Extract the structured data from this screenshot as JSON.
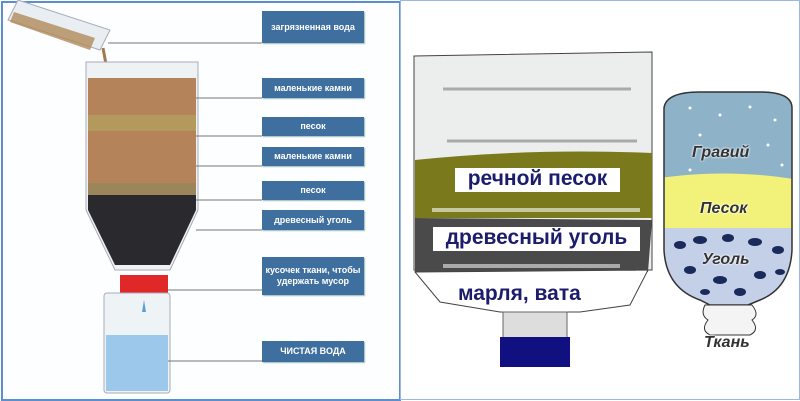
{
  "left_diagram": {
    "labels": [
      "загрязненная вода",
      "маленькие камни",
      "песок",
      "маленькие камни",
      "песок",
      "древесный уголь",
      "кусочек ткани, чтобы удержать мусор",
      "ЧИСТАЯ ВОДА"
    ]
  },
  "right_diagram": {
    "large_bottle": {
      "layers": [
        "речной песок",
        "древесный уголь",
        "марля, вата"
      ]
    },
    "small_bottle": {
      "layers": [
        "Гравий",
        "Песок",
        "Уголь",
        "Ткань"
      ]
    }
  },
  "colors": {
    "label_bg": "#3e6f9e",
    "sand": "#7a7a1c",
    "charcoal": "#4a4a4a",
    "cap": "#101080",
    "yellow_sand": "#f2f27a"
  }
}
